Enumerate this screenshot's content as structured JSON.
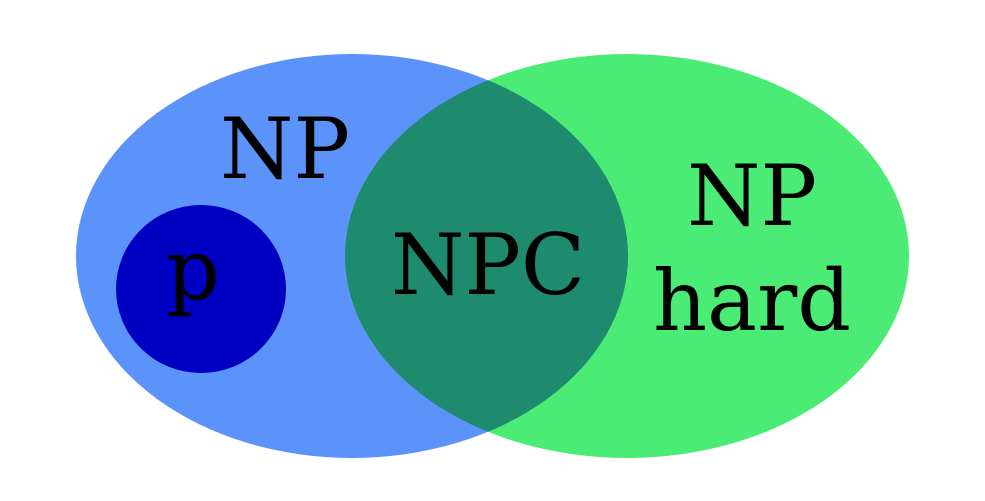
{
  "diagram": {
    "colors": {
      "np": "#5b93fb",
      "np_hard": "#4aec75",
      "npc_overlap": "#1e8a6e",
      "p": "#0000c2",
      "text": "#000000",
      "background": "#ffffff"
    },
    "labels": {
      "np": "NP",
      "p": "p",
      "npc": "NPC",
      "np_hard_line1": "NP",
      "np_hard_line2": "hard"
    }
  }
}
